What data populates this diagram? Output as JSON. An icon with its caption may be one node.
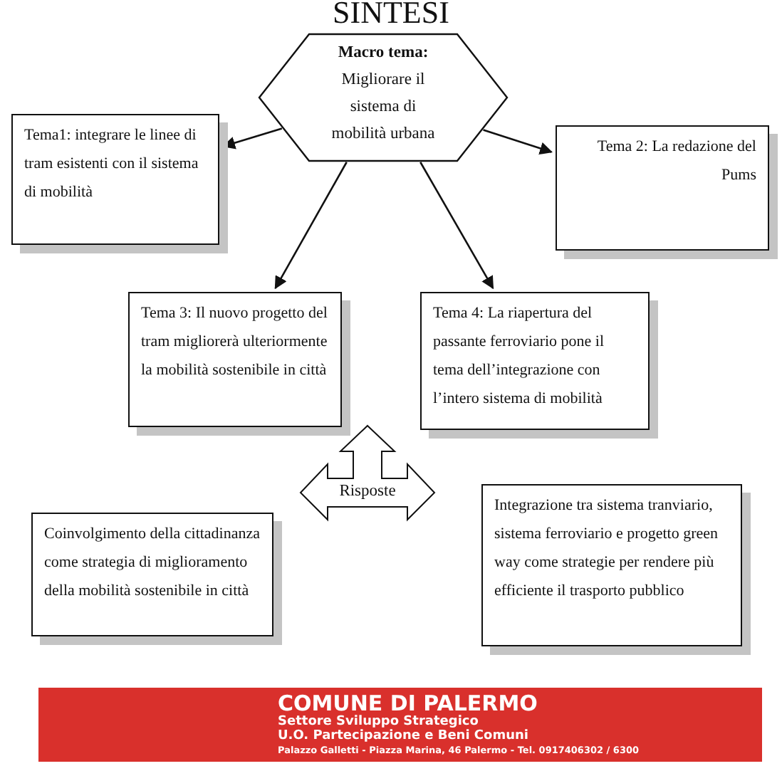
{
  "diagram": {
    "title": "SINTESI",
    "nodes": [
      {
        "text": [
          "Macro tema:",
          "Migliorare il sistema di mobilità urbana"
        ]
      },
      {
        "text": [
          "Tema1: integrare le linee di tram esistenti con il sistema di mobilità"
        ]
      },
      {
        "text": [
          "Tema 2: La redazione del Pums"
        ]
      },
      {
        "text": [
          "Tema 3: Il nuovo progetto del tram migliorerà ulteriormente la mobilità sostenibile in città"
        ]
      },
      {
        "text": [
          "Tema 4: La riapertura del passante ferroviario pone il tema dell’integrazione con l’intero sistema di mobilità"
        ]
      },
      {
        "text": [
          "Risposte"
        ]
      },
      {
        "text": [
          "Coinvolgimento della cittadinanza come strategia di miglioramento della mobilità sostenibile in città"
        ]
      },
      {
        "text": [
          "Integrazione tra sistema tranviario, sistema ferroviario e progetto green way come strategie per rendere più efficiente il trasporto pubblico"
        ]
      }
    ],
    "edges": [
      {
        "from": 0,
        "to": 1,
        "arrow": "to"
      },
      {
        "from": 0,
        "to": 2,
        "arrow": "to"
      },
      {
        "from": 0,
        "to": 3,
        "arrow": "to"
      },
      {
        "from": 0,
        "to": 4,
        "arrow": "to"
      }
    ],
    "labels": [
      "COMUNE DI PALERMO",
      "Settore Sviluppo Strategico",
      "U.O. Partecipazione e Beni Comuni",
      "Palazzo Galletti - Piazza Marina, 46 Palermo - Tel. 0917406302 / 6300"
    ]
  }
}
